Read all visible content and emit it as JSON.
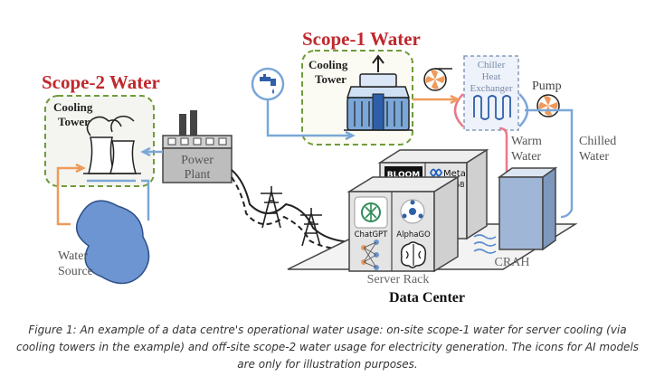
{
  "colors": {
    "scope_red": "#c0282d",
    "dashed_green": "#6f9b3a",
    "water_blue": "#7aa7d8",
    "water_dark": "#2f5fa8",
    "pipe_orange": "#ef9a5b",
    "pipe_pink": "#e9798a",
    "box_gray": "#d9d9d9",
    "text_gray": "#5a5a5a"
  },
  "labels": {
    "scope1_title": "Scope-1 Water",
    "scope2_title": "Scope-2 Water",
    "cooling_tower_1a": "Cooling",
    "cooling_tower_1b": "Tower",
    "cooling_tower_2a": "Cooling",
    "cooling_tower_2b": "Tower",
    "chiller_1": "Chiller",
    "chiller_2": "Heat",
    "chiller_3": "Exchanger",
    "pump": "Pump",
    "warm_1": "Warm",
    "warm_2": "Water",
    "chilled_1": "Chilled",
    "chilled_2": "Water",
    "power_1": "Power",
    "power_2": "Plant",
    "water_source_1": "Water",
    "water_source_2": "Source",
    "crah": "CRAH",
    "server_rack": "Server Rack",
    "data_center": "Data Center"
  },
  "models": {
    "bloom": "BLOOM",
    "meta": "Meta",
    "opt": "OPT-175B",
    "chatgpt": "ChatGPT",
    "alphago": "AlphaGO"
  },
  "icons": [
    "faucet-icon",
    "fan-icon",
    "tower-icon",
    "factory-icon",
    "transmission-tower-icon",
    "chatgpt-logo-icon",
    "alphago-logo-icon",
    "brain-icon",
    "network-icon",
    "meta-logo-icon",
    "airflow-icon"
  ],
  "caption": "Figure 1: An example of a data centre's operational water usage: on-site scope-1 water for server cooling (via cooling towers in the example) and off-site scope-2 water usage for electricity generation. The icons for AI models are only for illustration purposes."
}
